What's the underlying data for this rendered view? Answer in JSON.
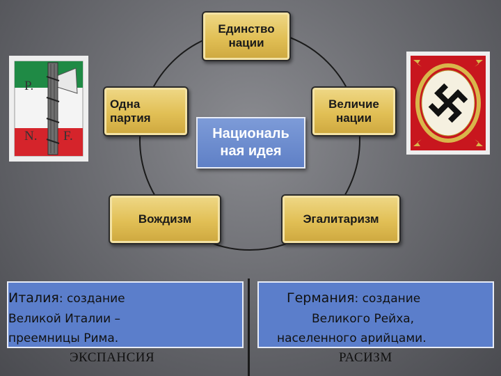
{
  "diagram": {
    "center_label": "Националь ная идея",
    "nodes": [
      {
        "id": "unity",
        "label": "Единство нации"
      },
      {
        "id": "one-party",
        "label": "Одна партия"
      },
      {
        "id": "greatness",
        "label": "Величие нации"
      },
      {
        "id": "leaderism",
        "label": "Вождизм"
      },
      {
        "id": "egalitarianism",
        "label": "Эгалитаризм"
      }
    ]
  },
  "emblems": {
    "italy": {
      "letters": [
        "P.",
        "N.",
        "F."
      ],
      "colors": {
        "green": "#1f8a45",
        "white": "#f4f4f4",
        "red": "#d5242b"
      }
    },
    "germany": {
      "colors": {
        "red": "#c8161e",
        "gold": "#d9b64b",
        "black": "#111111",
        "white": "#f5f0e0"
      }
    }
  },
  "panels": {
    "italy": {
      "line1_country": "Италия",
      "line1_rest": ": создание",
      "line2": "Великой Италии –",
      "line3": "преемницы Рима.",
      "footer": "ЭКСПАНСИЯ"
    },
    "germany": {
      "line1_country": "Германия",
      "line1_rest": ": создание",
      "line2": "Великого Рейха,",
      "line3": "населенного арийцами.",
      "footer": "РАСИЗМ"
    }
  },
  "colors": {
    "node_gold": "#e1bf55",
    "center_blue": "#5f80c6",
    "panel_blue": "#5b7ecb"
  }
}
